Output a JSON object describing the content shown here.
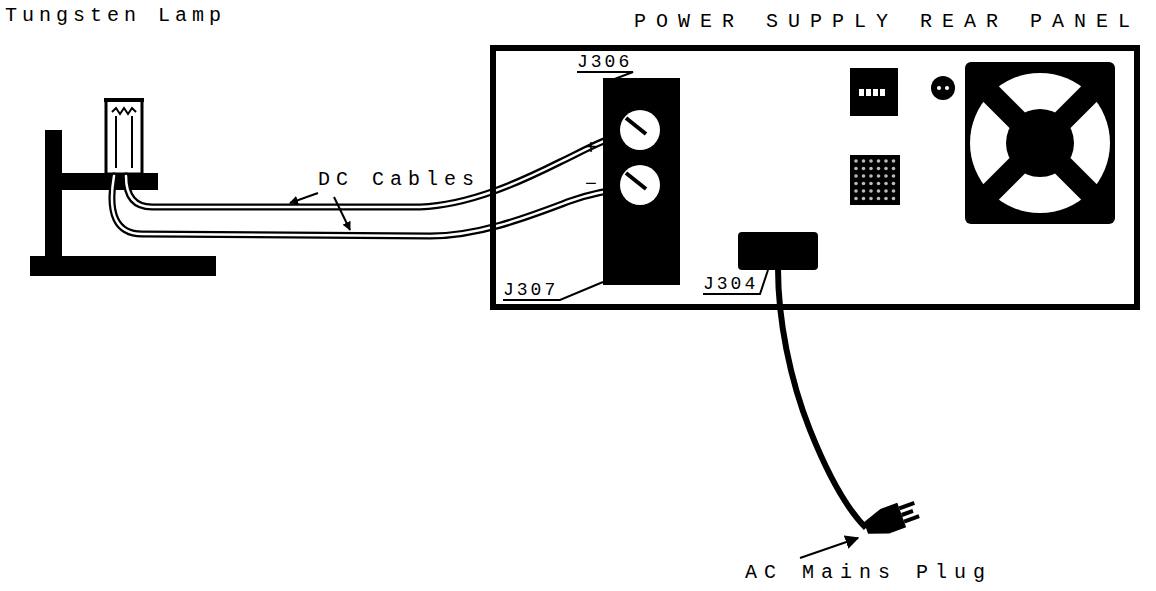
{
  "diagram": {
    "nodes": [
      {
        "text": [
          "POWER SUPPLY REAR PANEL"
        ]
      }
    ],
    "labels": [
      "Tungsten Lamp",
      "DC Cables",
      "J306",
      "J307",
      "J304",
      "AC Mains Plug",
      "+",
      "−"
    ]
  }
}
